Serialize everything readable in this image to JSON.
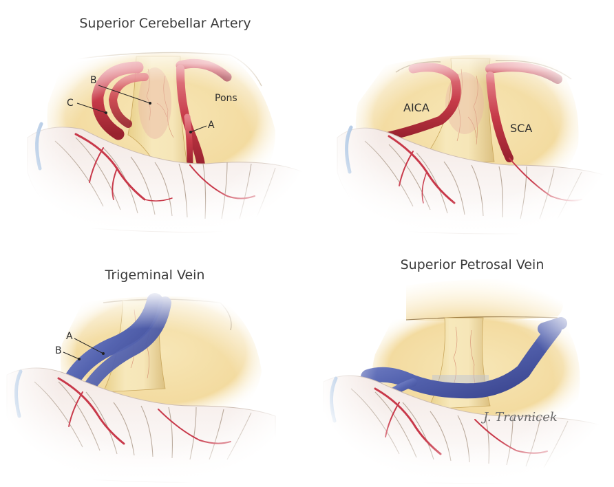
{
  "panels": [
    {
      "title": "Superior Cerebellar Artery",
      "labels": {
        "b": "B",
        "c": "C",
        "pons": "Pons",
        "a": "A"
      }
    },
    {
      "title": "",
      "labels": {
        "aica": "AICA",
        "sca": "SCA"
      }
    },
    {
      "title": "Trigeminal Vein",
      "labels": {
        "a": "A",
        "b": "B"
      }
    },
    {
      "title": "Superior Petrosal Vein",
      "labels": {}
    }
  ],
  "signature": "J. Travnicek",
  "colors": {
    "artery": "#c63a48",
    "artery_highlight": "#e27a80",
    "vein": "#5564b0",
    "vein_highlight": "#8e9ad8",
    "nerve": "#f1dfa8",
    "pons": "#f6e4b4",
    "cerebellum": "#f7f0ec",
    "tent": "#fbf1cf"
  }
}
